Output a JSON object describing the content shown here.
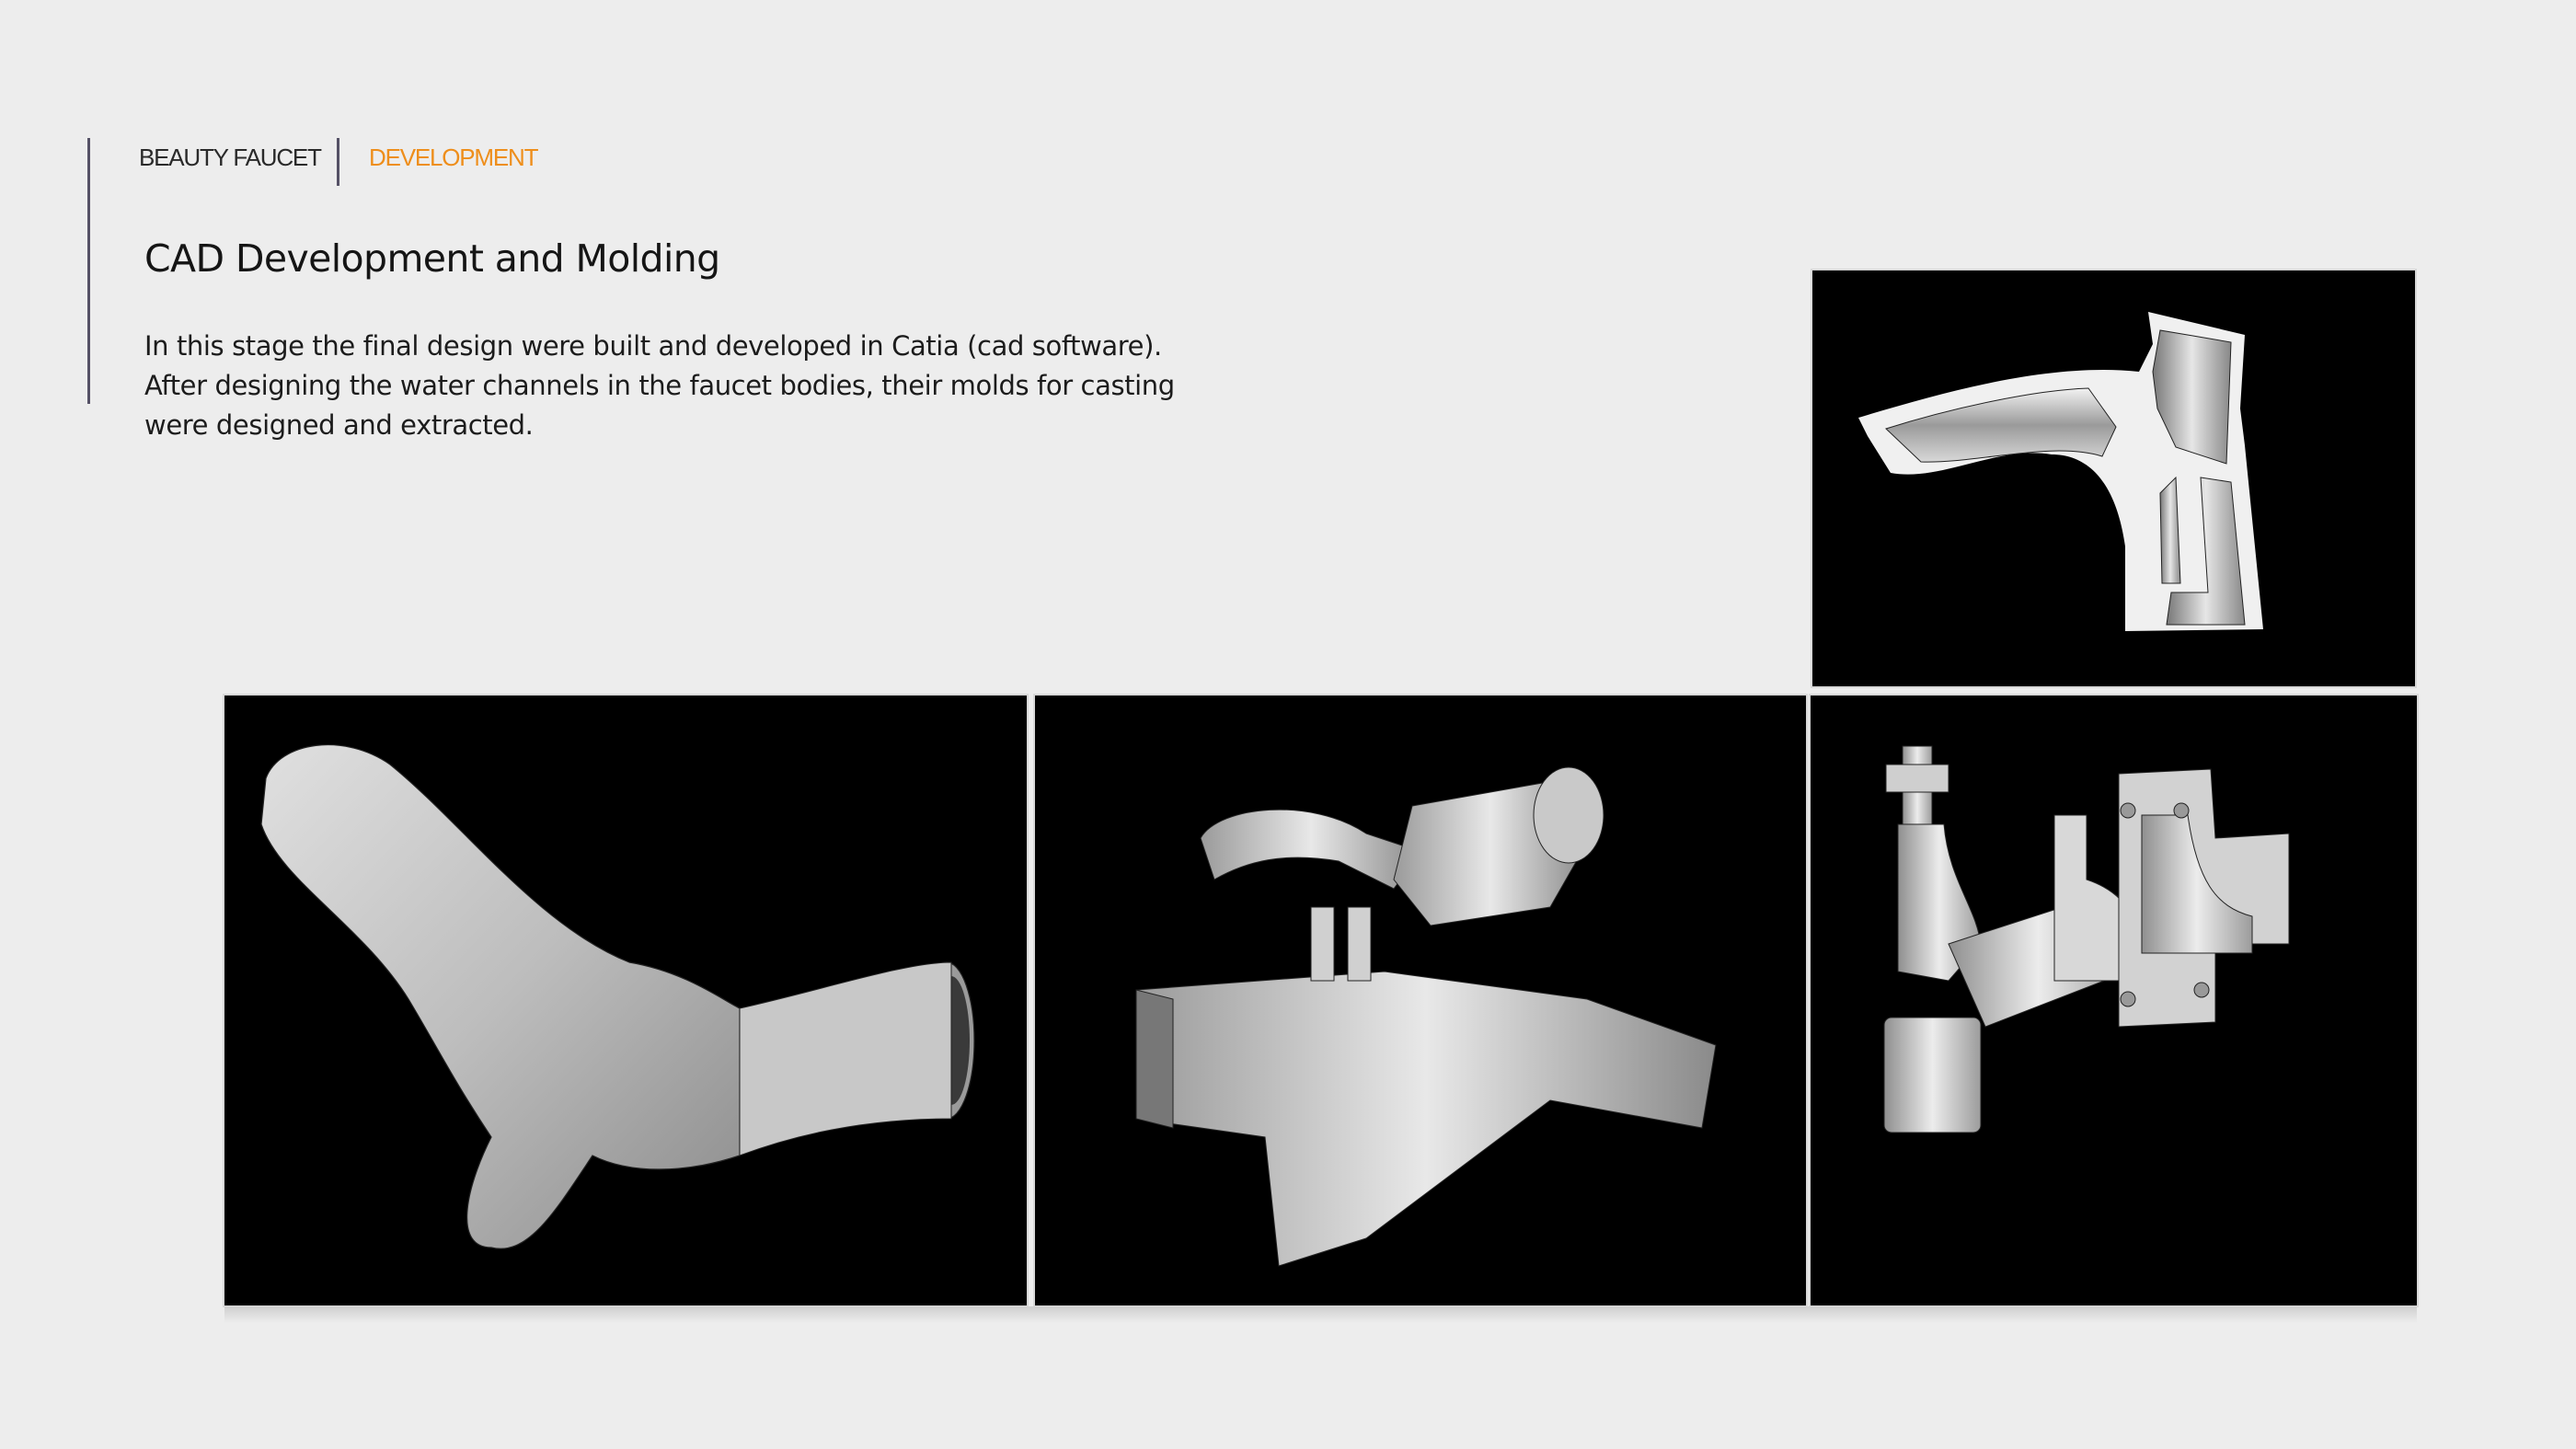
{
  "header": {
    "project": "BEAUTY FAUCET",
    "section": "DEVELOPMENT",
    "accent_color": "#ee8e1b"
  },
  "content": {
    "title": "CAD Development and Molding",
    "paragraph": "In this stage the final design  were built and developed in Catia (cad software).\nAfter designing the water channels in the faucet bodies, their molds for casting\nwere designed and extracted."
  },
  "images": [
    {
      "name": "faucet-section-cutaway",
      "description": "faucet body cross-section showing water channels"
    },
    {
      "name": "faucet-body-render",
      "description": "faucet body 3D render"
    },
    {
      "name": "mold-assembly-open",
      "description": "casting mold halves with core"
    },
    {
      "name": "mold-core-and-halves",
      "description": "core pieces and split mold"
    }
  ]
}
